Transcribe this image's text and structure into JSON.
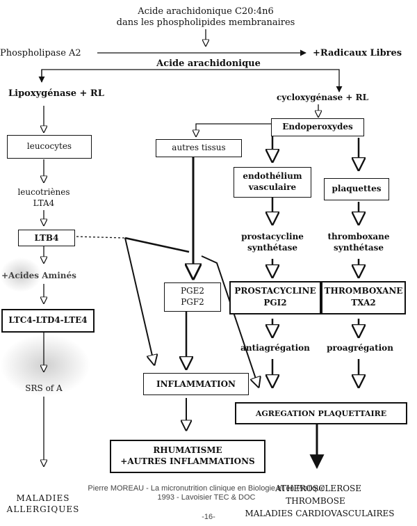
{
  "top": {
    "line1": "Acide arachidonique C20:4n6",
    "line2": "dans les phospholipides membranaires"
  },
  "phospholipase": "Phospholipase A2",
  "radicaux": "+Radicaux Libres",
  "acide": "Acide arachidonique",
  "lipoxygenase": "Lipoxygénase + RL",
  "cyclooxygenase": "cycloxygénase + RL",
  "boxes": {
    "endoperoxydes": "Endoperoxydes",
    "leucocytes": "leucocytes",
    "autres_tissus": "autres tissus",
    "endothelium_1": "endothélium",
    "endothelium_2": "vasculaire",
    "plaquettes": "plaquettes",
    "ltb4": "LTB4",
    "pge2": "PGE2",
    "pgf2": "PGF2",
    "prostacycline_1": "PROSTACYCLINE",
    "prostacycline_2": "PGI2",
    "thromboxane_1": "THROMBOXANE",
    "thromboxane_2": "TXA2",
    "ltc4": "LTC4-LTD4-LTE4",
    "inflammation": "INFLAMMATION",
    "agregation": "AGREGATION PLAQUETTAIRE",
    "rhumatisme_1": "RHUMATISME",
    "rhumatisme_2": "+AUTRES INFLAMMATIONS"
  },
  "leucotrienes_1": "leucotriènes",
  "leucotrienes_2": "LTA4",
  "acides_amines": "+Acides Aminés",
  "srs": "SRS of A",
  "prostacycline_synth_1": "prostacycline",
  "prostacycline_synth_2": "synthétase",
  "thromboxane_synth_1": "thromboxane",
  "thromboxane_synth_2": "synthétase",
  "antiagregation": "antiagrégation",
  "proagregation": "proagrégation",
  "bottom": {
    "maladies_allergiques_1": "MALADIES",
    "maladies_allergiques_2": "ALLERGIQUES",
    "atherosclerose": "ATHEROSCLEROSE",
    "thrombose": "THROMBOSE",
    "maladies_cardio": "MALADIES CARDIOVASCULAIRES"
  },
  "footer": {
    "line1": "Pierre MOREAU - La micronutrition clinique en Biologie et en Pratique",
    "line2": "1993 - Lavoisier TEC & DOC",
    "page": "-16-"
  }
}
